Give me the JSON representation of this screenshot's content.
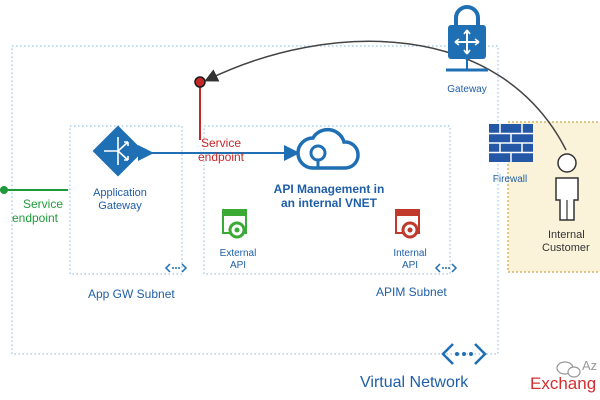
{
  "colors": {
    "azure_blue": "#1f6fb5",
    "label_blue": "#1f5fa8",
    "dotted_line": "#9ac3e6",
    "service_endpoint_red": "#c62828",
    "service_endpoint_green": "#1f9a3a",
    "customer_zone_fill": "#fbf3d9",
    "customer_zone_border": "#c9a84f",
    "firewall_blue": "#2557a7",
    "external_api_green": "#3aaa35",
    "internal_api_red": "#c0392b"
  },
  "nodes": {
    "gateway": {
      "label": "Gateway",
      "icon": "lock-gateway-icon"
    },
    "application_gateway": {
      "label_line1": "Application",
      "label_line2": "Gateway",
      "icon": "application-gateway-icon"
    },
    "api_management": {
      "label_line1": "API Management in",
      "label_line2": "an internal VNET",
      "icon": "cloud-api-icon"
    },
    "external_api": {
      "label_line1": "External",
      "label_line2": "API",
      "icon": "external-api-icon"
    },
    "internal_api": {
      "label_line1": "Internal",
      "label_line2": "API",
      "icon": "internal-api-icon"
    },
    "firewall": {
      "label": "Firewall",
      "icon": "brick-wall-icon"
    },
    "internal_customer": {
      "label_line1": "Internal",
      "label_line2": "Customer",
      "icon": "person-icon"
    }
  },
  "endpoints": {
    "red": {
      "line1": "Service",
      "line2": "endpoint"
    },
    "green": {
      "line1": "Service",
      "line2": "endpoint"
    }
  },
  "subnets": {
    "app_gw": "App GW Subnet",
    "apim": "APIM Subnet"
  },
  "network": {
    "label": "Virtual Network",
    "icon": "vnet-icon"
  },
  "watermark": {
    "line1": "Az",
    "line2": "Exchang"
  }
}
